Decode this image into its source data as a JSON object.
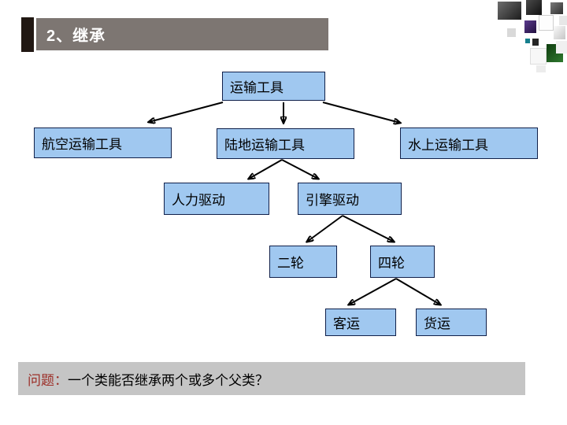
{
  "slide_title": "2、继承",
  "diagram": {
    "nodes": [
      {
        "id": "transport",
        "label": "运输工具"
      },
      {
        "id": "air",
        "label": "航空运输工具"
      },
      {
        "id": "land",
        "label": "陆地运输工具"
      },
      {
        "id": "water",
        "label": "水上运输工具"
      },
      {
        "id": "human",
        "label": "人力驱动"
      },
      {
        "id": "engine",
        "label": "引擎驱动"
      },
      {
        "id": "two_wheel",
        "label": "二轮"
      },
      {
        "id": "four_wheel",
        "label": "四轮"
      },
      {
        "id": "passenger",
        "label": "客运"
      },
      {
        "id": "freight",
        "label": "货运"
      }
    ],
    "edges": [
      {
        "from": "transport",
        "to": "air"
      },
      {
        "from": "transport",
        "to": "land"
      },
      {
        "from": "transport",
        "to": "water"
      },
      {
        "from": "land",
        "to": "human"
      },
      {
        "from": "land",
        "to": "engine"
      },
      {
        "from": "engine",
        "to": "two_wheel"
      },
      {
        "from": "engine",
        "to": "four_wheel"
      },
      {
        "from": "four_wheel",
        "to": "passenger"
      },
      {
        "from": "four_wheel",
        "to": "freight"
      }
    ]
  },
  "question": {
    "label": "问题：",
    "text": "一个类能否继承两个或多个父类？"
  },
  "colors": {
    "node_fill": "#a0c8f0",
    "node_border": "#10204a",
    "title_bar_bg": "#7d7672",
    "title_block_bg": "#211813",
    "title_text": "#ffffff",
    "question_bg": "#c5c5c5",
    "question_label": "#9c2f28",
    "connector": "#000000"
  }
}
